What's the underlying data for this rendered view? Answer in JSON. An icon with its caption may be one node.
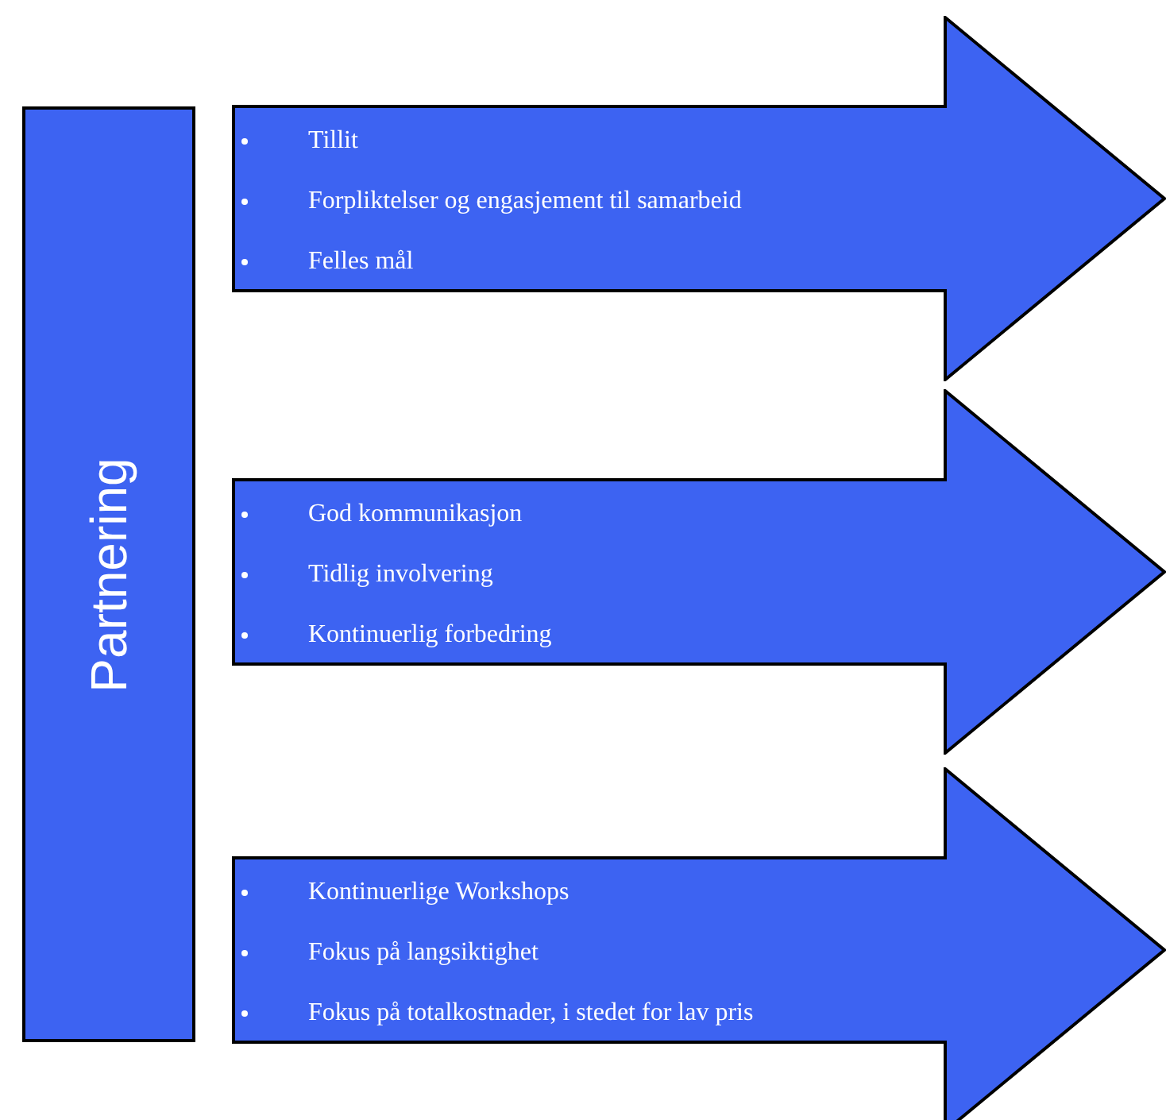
{
  "diagram": {
    "nodes": [
      {
        "text": [
          "Partnering"
        ]
      },
      {
        "text": [
          "Tillit",
          "Forpliktelser og engasjement til samarbeid",
          "Felles mål"
        ]
      },
      {
        "text": [
          "God kommunikasjon",
          "Tidlig involvering",
          "Kontinuerlig forbedring"
        ]
      },
      {
        "text": [
          "Kontinuerlige Workshops",
          "Fokus på langsiktighet",
          "Fokus på totalkostnader, i stedet for lav pris"
        ]
      }
    ]
  }
}
